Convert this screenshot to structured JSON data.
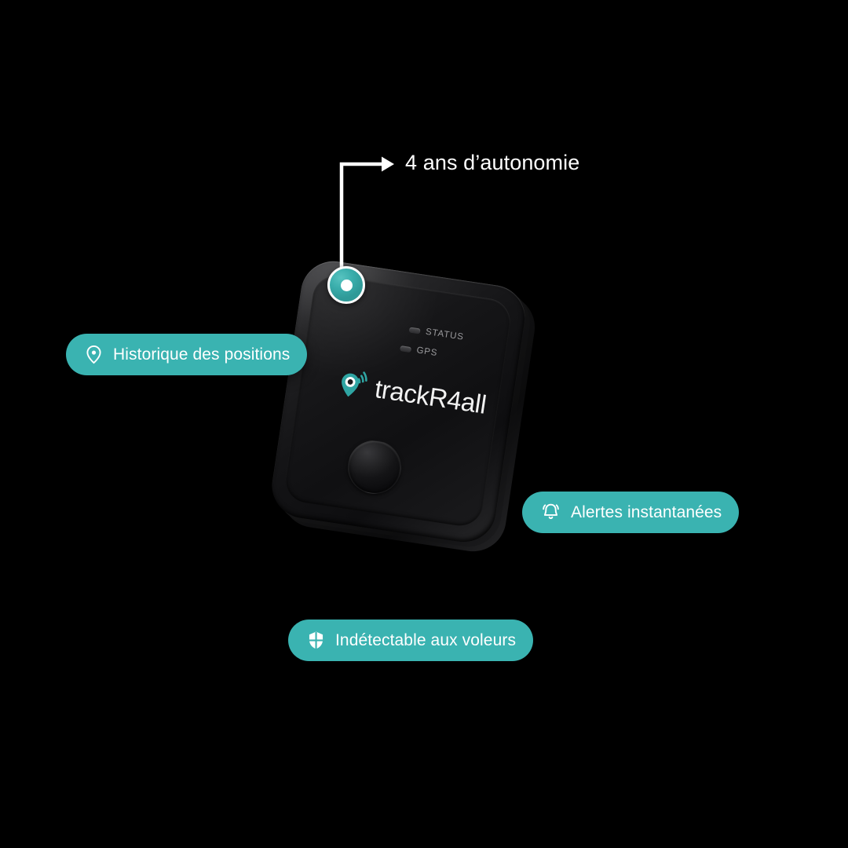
{
  "page": {
    "background_color": "#000000",
    "accent_color": "#3ab3b1",
    "text_color": "#ffffff"
  },
  "product": {
    "brand_name": "trackR4all",
    "logo_icon": "location-pin-signal-icon",
    "indicators": [
      {
        "id": "status",
        "label": "STATUS",
        "icon": "led-indicator-icon"
      },
      {
        "id": "gps",
        "label": "GPS",
        "icon": "led-indicator-icon"
      }
    ],
    "power_button_icon": "round-power-button-icon"
  },
  "callout": {
    "text": "4 ans d’autonomie",
    "marker_icon": "map-marker-dot-icon",
    "connector_icon": "elbow-arrow-icon"
  },
  "badges": [
    {
      "id": "history",
      "label": "Historique des positions",
      "icon": "map-pin-icon",
      "color": "#3ab3b1"
    },
    {
      "id": "alerts",
      "label": "Alertes instantanées",
      "icon": "ringing-bell-icon",
      "color": "#3ab3b1"
    },
    {
      "id": "stealth",
      "label": "Indétectable aux voleurs",
      "icon": "shield-icon",
      "color": "#3ab3b1"
    }
  ]
}
